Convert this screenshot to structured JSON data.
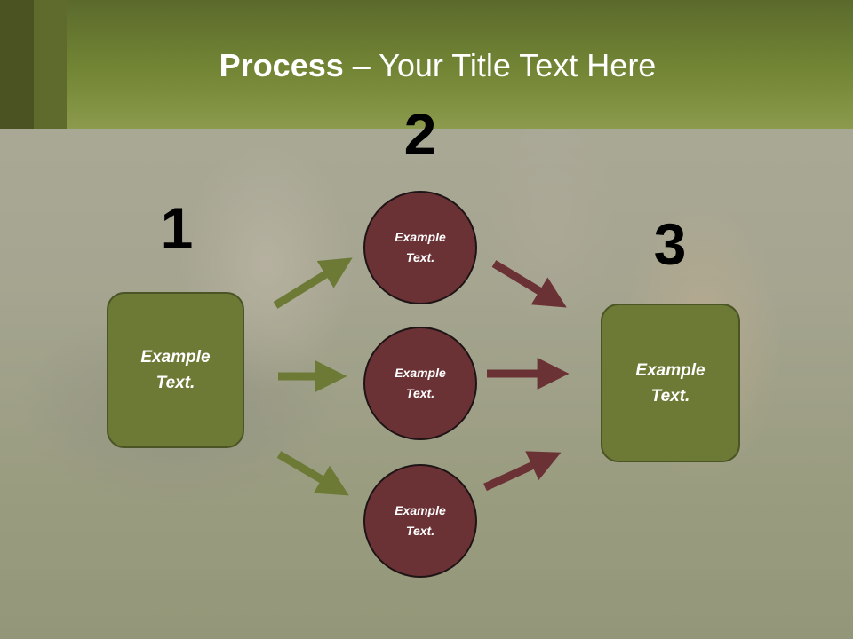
{
  "title": {
    "bold": "Process",
    "rest": " – Your Title Text Here"
  },
  "steps": {
    "one": "1",
    "two": "2",
    "three": "3"
  },
  "nodes": {
    "left_box": "Example\nText.",
    "circle_top": "Example\nText.",
    "circle_middle": "Example\nText.",
    "circle_bottom": "Example\nText.",
    "right_box": "Example\nText."
  },
  "colors": {
    "header": "#738635",
    "box_fill": "#6d7a36",
    "circle_fill": "#6b3236",
    "arrow_green": "#6d7a36",
    "arrow_maroon": "#6b3236"
  }
}
